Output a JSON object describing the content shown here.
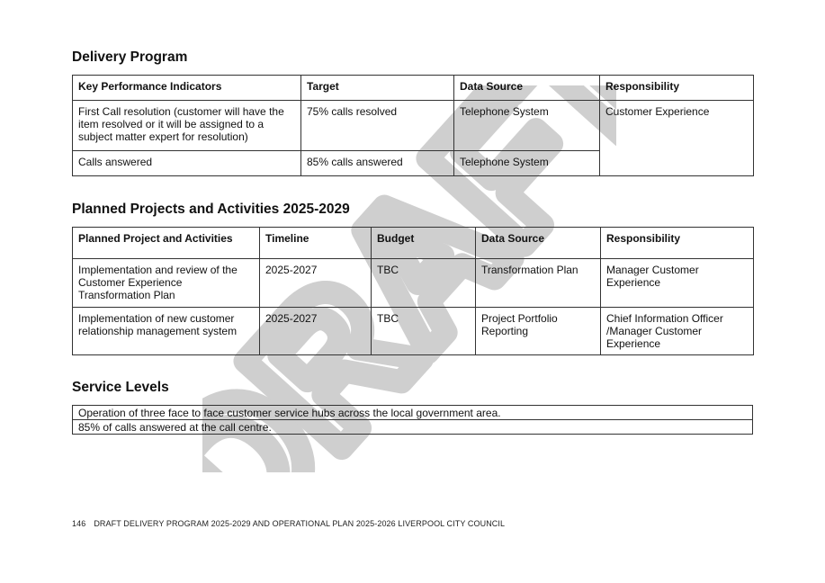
{
  "watermark": "DRAFT",
  "delivery_program": {
    "title": "Delivery Program",
    "headers": [
      "Key Performance Indicators",
      "Target",
      "Data Source",
      "Responsibility"
    ],
    "rows": [
      {
        "kpi": "First Call resolution (customer will have the item resolved or it will be assigned to a subject matter expert for resolution)",
        "target": "75% calls resolved",
        "source": "Telephone System"
      },
      {
        "kpi": "Calls answered",
        "target": "85% calls answered",
        "source": "Telephone System"
      }
    ],
    "responsibility": "Customer Experience"
  },
  "planned_projects": {
    "title": "Planned Projects and Activities 2025-2029",
    "headers": [
      "Planned Project and Activities",
      "Timeline",
      "Budget",
      "Data Source",
      "Responsibility"
    ],
    "rows": [
      {
        "project": "Implementation and review of the Customer Experience Transformation Plan",
        "timeline": "2025-2027",
        "budget": "TBC",
        "source": "Transformation Plan",
        "responsibility": "Manager Customer Experience"
      },
      {
        "project": "Implementation of new customer relationship management system",
        "timeline": "2025-2027",
        "budget": "TBC",
        "source": "Project Portfolio Reporting",
        "responsibility": "Chief Information Officer /Manager Customer Experience"
      }
    ]
  },
  "service_levels": {
    "title": "Service Levels",
    "items": [
      "Operation of three face to face customer service hubs across the local government area.",
      "85% of calls answered at the call centre."
    ]
  },
  "footer": {
    "page_number": "146",
    "text": "DRAFT DELIVERY PROGRAM 2025-2029 AND OPERATIONAL PLAN 2025-2026 LIVERPOOL CITY COUNCIL"
  }
}
